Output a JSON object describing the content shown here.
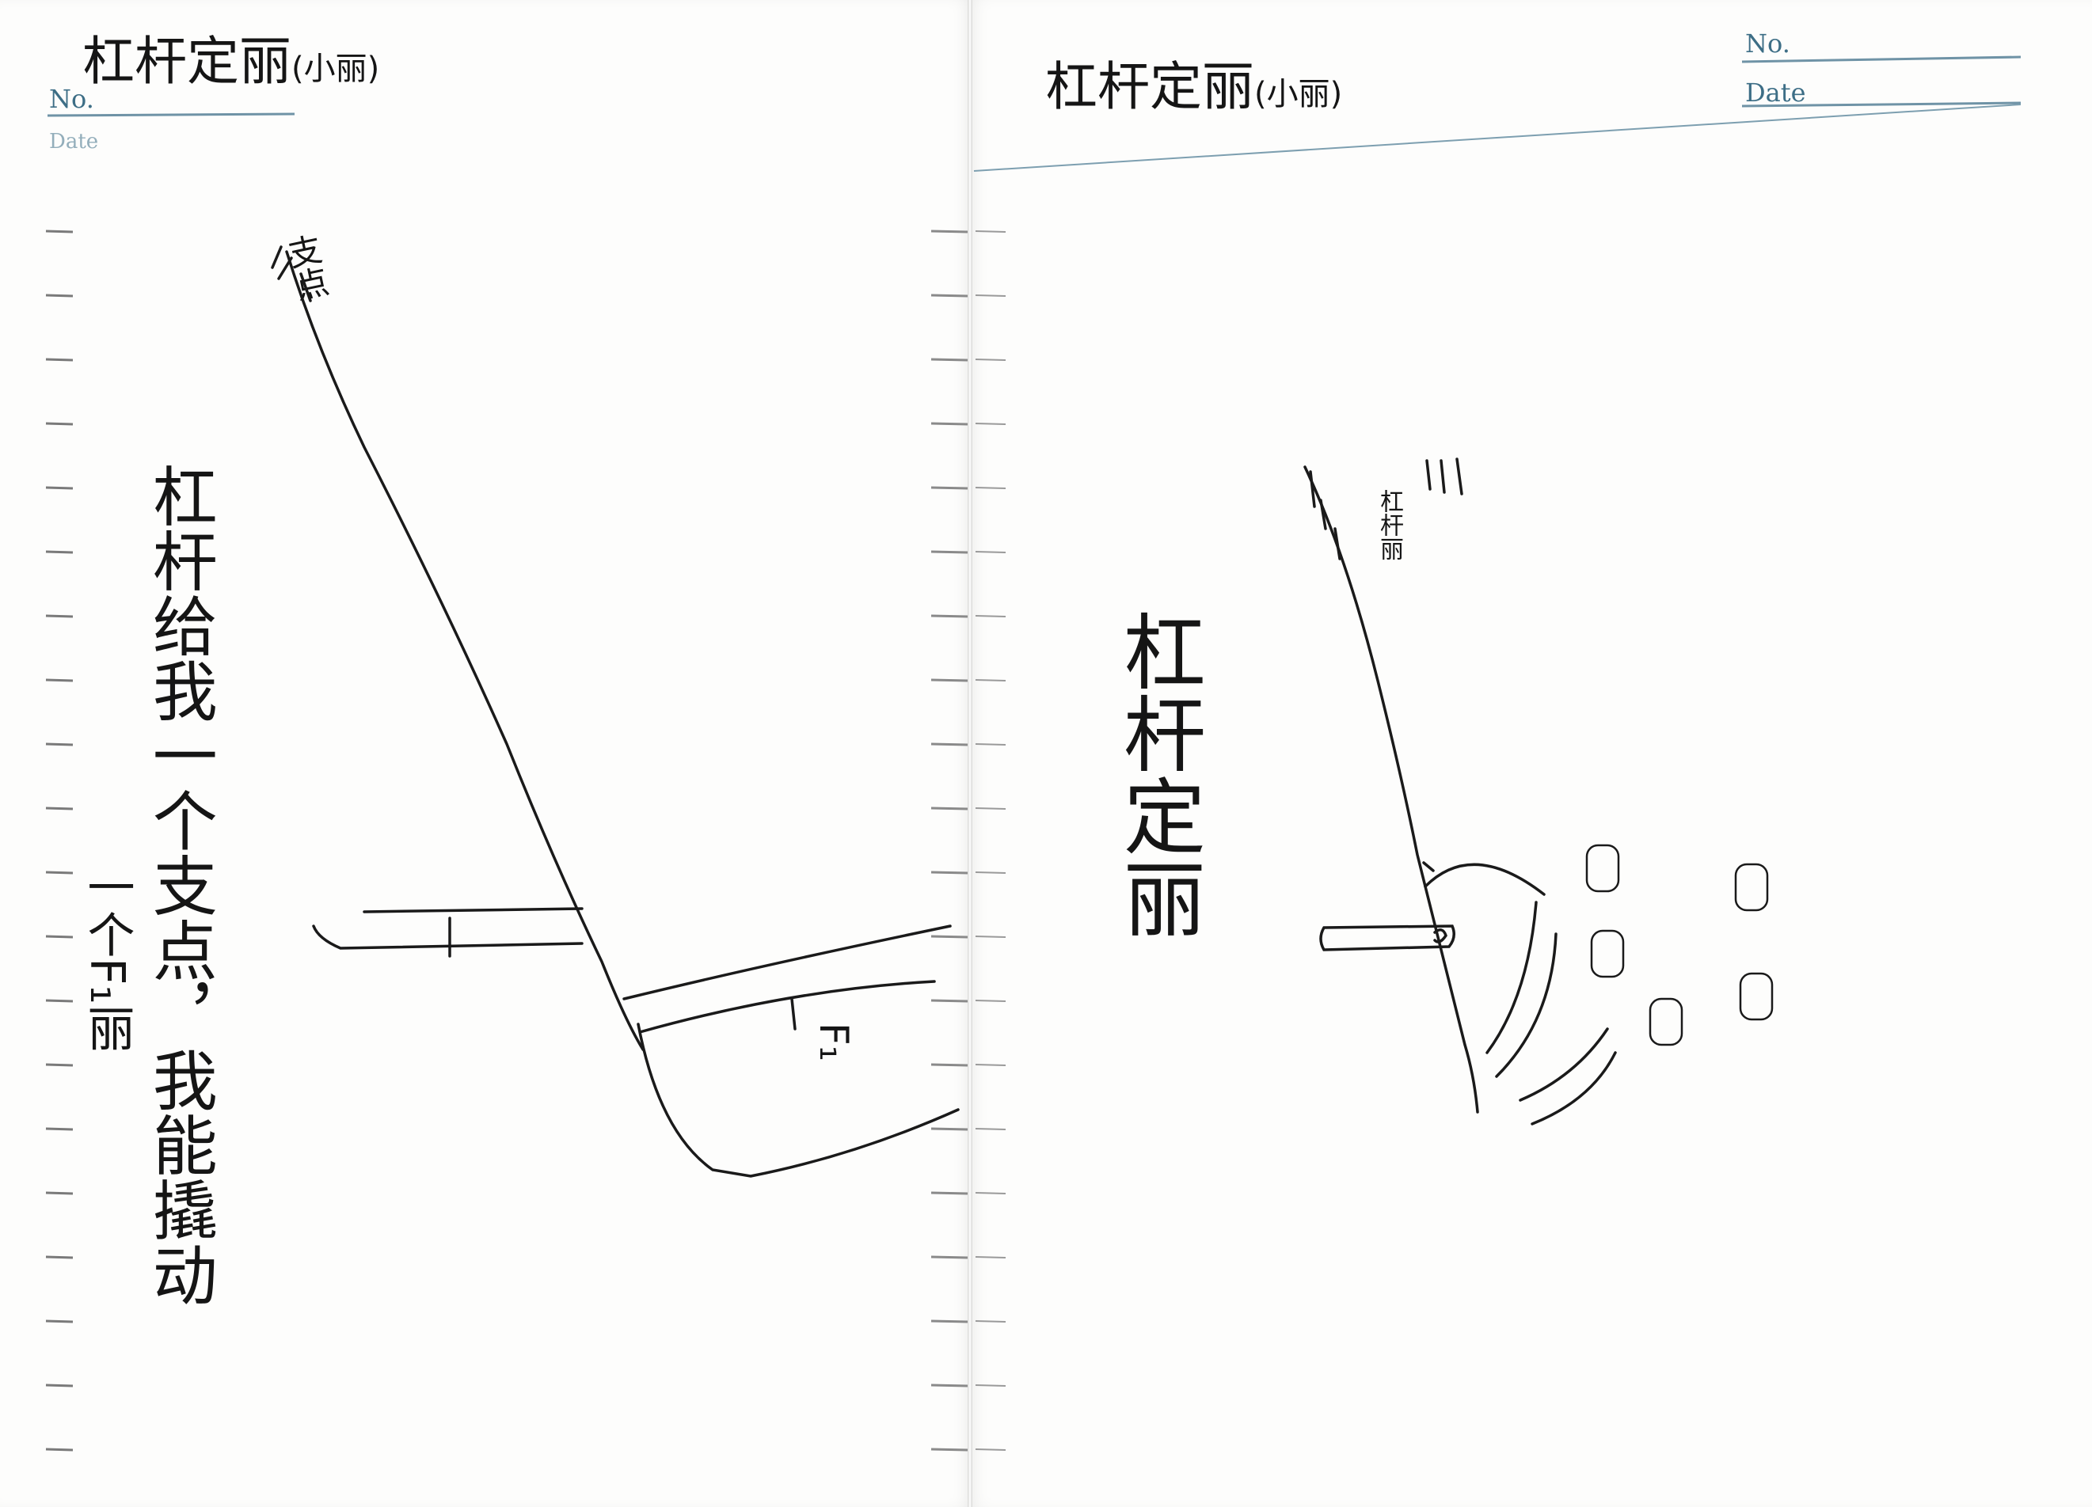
{
  "left_page": {
    "title": "杠杆定丽",
    "title_note": "(小丽)",
    "field_no": "No.",
    "field_date": "Date",
    "fulcrum_label": "支点",
    "vertical_note_1": "杠杆给我一个支点，我能撬动",
    "vertical_note_2": "一个F₁丽",
    "force_label": "F₁"
  },
  "right_page": {
    "title": "杠杆定丽",
    "title_note": "(小丽)",
    "field_no": "No.",
    "field_date": "Date",
    "vertical_title": "杠杆定丽",
    "lever_label": "杠杆丽"
  },
  "colors": {
    "ink": "#151515",
    "print": "#3d6e86",
    "paper": "#fdfdfc"
  }
}
